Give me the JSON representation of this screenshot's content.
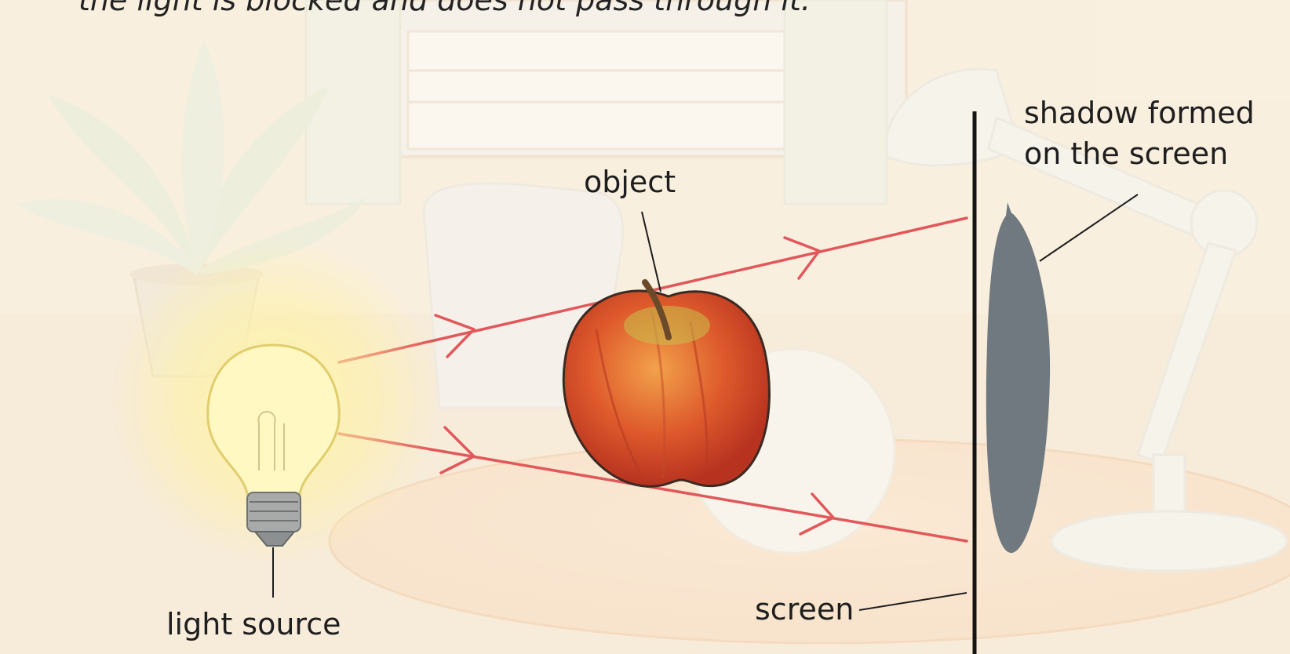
{
  "intro_text": "the light is blocked and does not pass through it.",
  "labels": {
    "object": "object",
    "light_source": "light source",
    "screen": "screen",
    "shadow_line1": "shadow formed",
    "shadow_line2": "on the screen"
  },
  "colors": {
    "background": "#fbf3e6",
    "light_ray": "#e2575a",
    "screen_line": "#141414",
    "shadow": "#707880",
    "apple": "#d8432c",
    "bulb_glow": "#fff4a0"
  }
}
